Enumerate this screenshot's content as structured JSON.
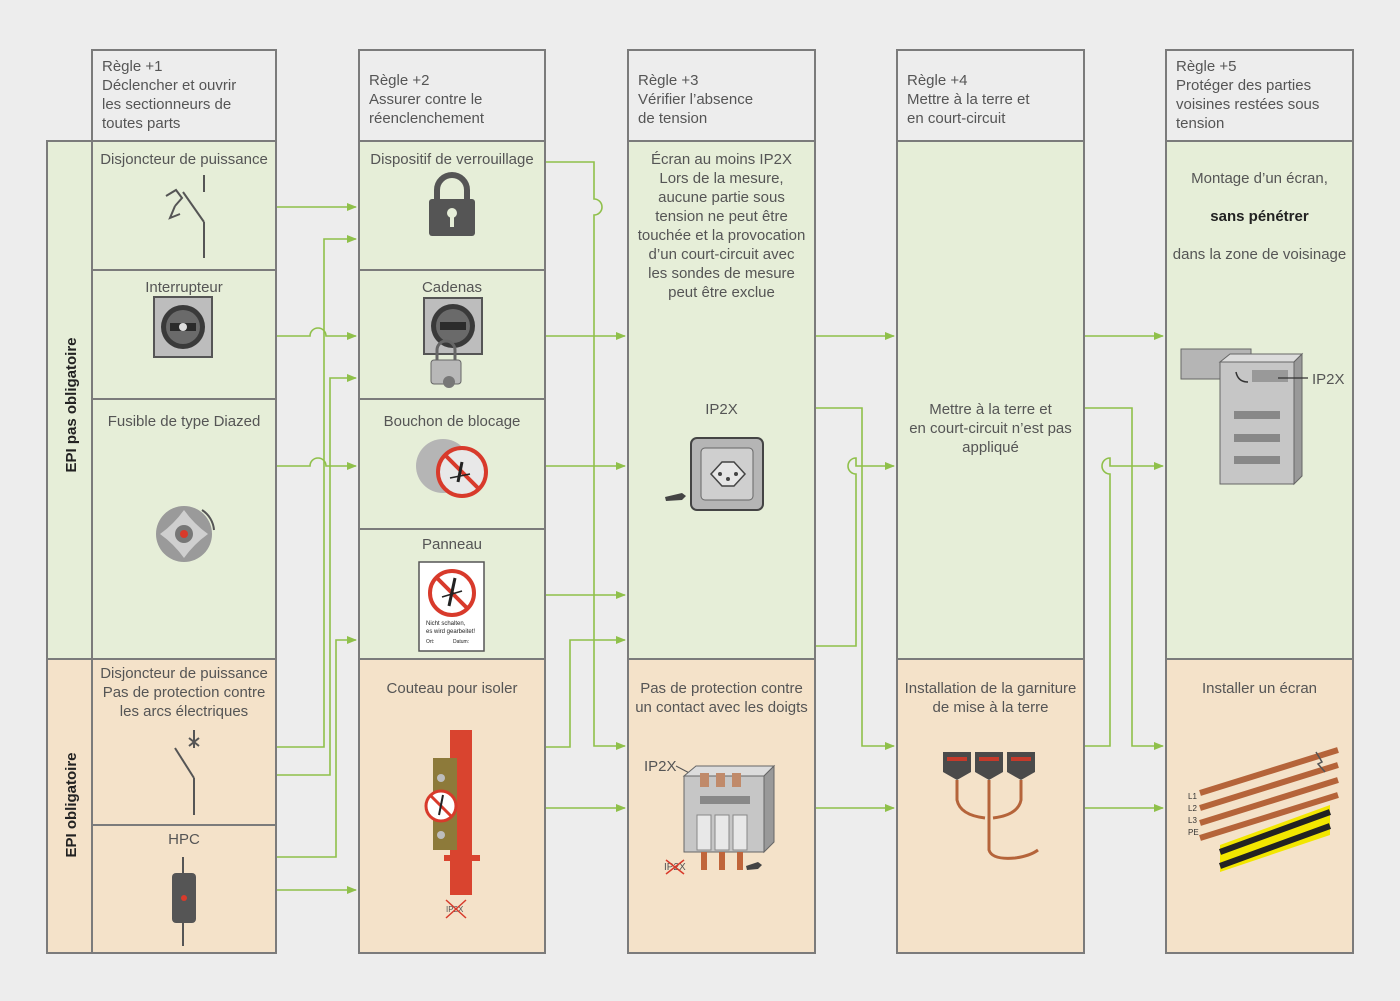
{
  "rules": [
    {
      "title": "Règle +1\nDéclencher et ouvrir\nles sectionneurs de\ntoutes parts"
    },
    {
      "title": "Règle +2\nAssurer contre le\nréenclenchement"
    },
    {
      "title": "Règle +3\nVérifier l’absence\nde tension"
    },
    {
      "title": "Règle +4\nMettre à la terre et\nen court-circuit"
    },
    {
      "title": "Règle +5\nProtéger des parties\nvoisines restées sous\ntension"
    }
  ],
  "rows": {
    "epi_not_required": "EPI pas obligatoire",
    "epi_required": "EPI obligatoire"
  },
  "col1": {
    "disjoncteur": "Disjoncteur de puissance",
    "interrupteur": "Interrupteur",
    "fusible": "Fusible de type Diazed",
    "disjoncteur_arc": "Disjoncteur de puissance\nPas de protection contre\nles arcs électriques",
    "hpc": "HPC"
  },
  "col2": {
    "verrouillage": "Dispositif de verrouillage",
    "cadenas": "Cadenas",
    "bouchon": "Bouchon de blocage",
    "panneau": "Panneau",
    "panneau_text": [
      "Nicht schalten,",
      "es wird gearbeitet!",
      "Ort:",
      "Datum:"
    ],
    "couteau": "Couteau pour isoler",
    "couteau_ip": "IP2X"
  },
  "col3": {
    "ecran": "Écran au moins IP2X\nLors de la mesure,\naucune partie sous\ntension ne peut être\ntouchée et la provocation\nd’un court-circuit avec\nles sondes de mesure\npeut être exclue",
    "ip2x": "IP2X",
    "pas_protection": "Pas de protection contre\nun contact avec les doigts",
    "ip2x_top": "IP2X",
    "ip2x_bottom": "IP2X"
  },
  "col4": {
    "terre_non": "Mettre à la terre et\nen court-circuit n’est pas\nappliqué",
    "garniture": "Installation de la garniture\nde mise à la terre"
  },
  "col5": {
    "montage_pre": "Montage d’un écran,",
    "montage_bold": "sans pénétrer",
    "montage_post": "dans la zone de voisinage",
    "ip2x": "IP2X",
    "installer": "Installer un écran",
    "lines": [
      "L1",
      "L2",
      "L3",
      "PE"
    ]
  },
  "colors": {
    "green": "#e6eed8",
    "peach": "#f4e2c9",
    "arrow": "#8fc04a",
    "border": "#7b7b7b"
  }
}
